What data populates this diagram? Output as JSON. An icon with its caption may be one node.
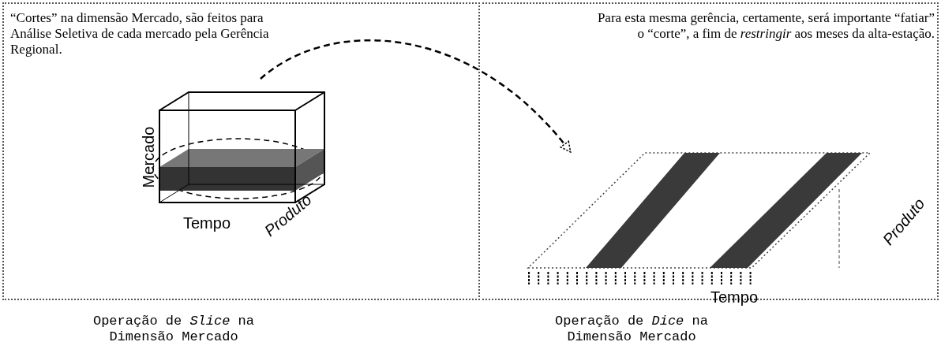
{
  "diagram": {
    "nodes": [
      {
        "text": [
          "“Cortes” na dimensão Mercado, são feitos para Análise Seletiva de cada mercado pela Gerência Regional."
        ]
      },
      {
        "text": [
          "Para esta mesma gerência, certamente, será importante “fatiar” o “corte”, a fim de *restringir* aos meses da alta-estação."
        ]
      },
      {
        "text": [],
        "shape": "picture",
        "in": 0
      },
      {
        "text": [],
        "shape": "picture",
        "in": 1
      }
    ],
    "edges": [
      {
        "from": 2,
        "to": 3,
        "arrow": "to",
        "style": "dashed"
      }
    ],
    "labels": [
      "Mercado",
      "Produto",
      "Tempo",
      "Produto",
      "Tempo",
      "Operação de *Slice* na Dimensão Mercado",
      "Operação de *Dice* na Dimensão Mercado"
    ]
  }
}
